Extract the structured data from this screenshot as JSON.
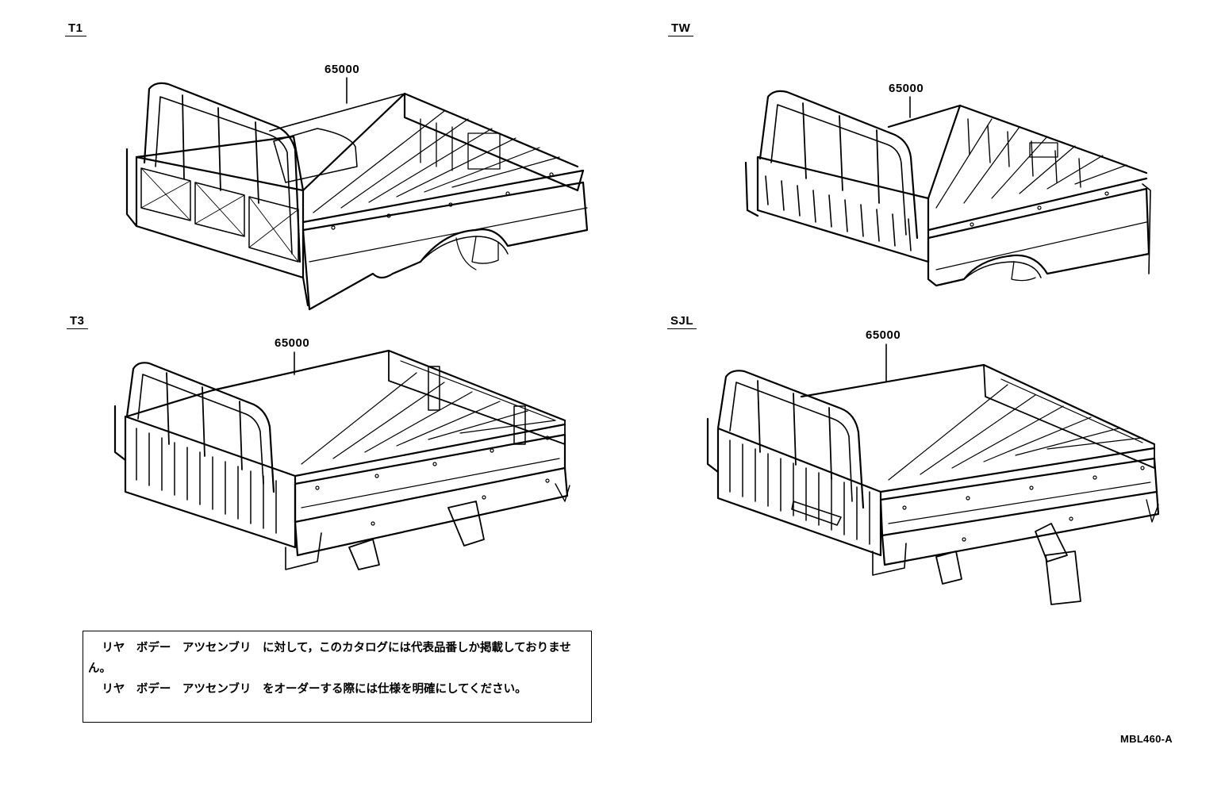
{
  "diagrams": [
    {
      "label": "T1",
      "part_number": "65000"
    },
    {
      "label": "TW",
      "part_number": "65000"
    },
    {
      "label": "T3",
      "part_number": "65000"
    },
    {
      "label": "SJL",
      "part_number": "65000"
    }
  ],
  "note": {
    "line1": "リヤ　ボデー　アツセンブリ　に対して，このカタログには代表品番しか掲載しておりません。",
    "line2": "リヤ　ボデー　アツセンブリ　をオーダーする際には仕様を明確にしてください。"
  },
  "drawing_code": "MBL460-A"
}
